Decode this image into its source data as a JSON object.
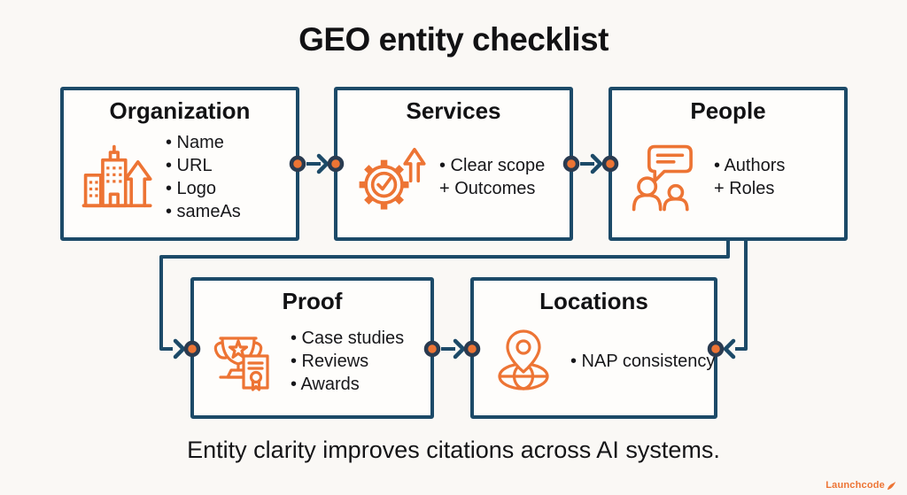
{
  "colors": {
    "navy": "#1c4a68",
    "orange": "#ed7434",
    "dot-ring": "#2a3b50",
    "text": "#16161a",
    "bg": "#faf8f5",
    "box-bg": "#fefdfb"
  },
  "title": "GEO entity checklist",
  "caption": "Entity clarity improves citations across AI systems.",
  "logo": {
    "text": "Launchcode",
    "icon": "rocket-icon"
  },
  "boxes": [
    {
      "id": "organization",
      "title": "Organization",
      "icon": "building-growth-icon",
      "items": [
        "• Name",
        "• URL",
        "• Logo",
        "• sameAs"
      ]
    },
    {
      "id": "services",
      "title": "Services",
      "icon": "gear-check-growth-icon",
      "items": [
        "• Clear scope",
        "+ Outcomes"
      ]
    },
    {
      "id": "people",
      "title": "People",
      "icon": "people-chat-icon",
      "items": [
        "• Authors",
        "+ Roles"
      ]
    },
    {
      "id": "proof",
      "title": "Proof",
      "icon": "trophy-certificate-icon",
      "items": [
        "• Case studies",
        "• Reviews",
        "• Awards"
      ]
    },
    {
      "id": "locations",
      "title": "Locations",
      "icon": "map-pin-globe-icon",
      "items": [
        "• NAP consistency"
      ]
    }
  ],
  "connectors": [
    {
      "from": "Organization",
      "to": "Services",
      "style": "arrow-right"
    },
    {
      "from": "Services",
      "to": "People",
      "style": "arrow-right"
    },
    {
      "from": "People",
      "to": "Proof",
      "style": "elbow-arrow-left-down"
    },
    {
      "from": "People",
      "to": "Locations",
      "style": "elbow-arrow-down-left"
    },
    {
      "from": "Proof",
      "to": "Locations",
      "style": "arrow-right"
    }
  ]
}
